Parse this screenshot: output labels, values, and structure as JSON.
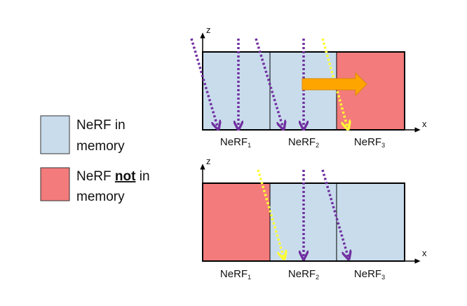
{
  "colors": {
    "in_memory": "#c9dcec",
    "not_in_memory": "#f37b7b",
    "ray_purple": "#7030a0",
    "ray_yellow": "#ffff33",
    "transition_arrow": "#ffa500",
    "outline": "#000000"
  },
  "legend": {
    "in_memory": {
      "line1": "NeRF in",
      "line2": "memory"
    },
    "not_in_memory": {
      "line1_before": "NeRF ",
      "line1_emph": "not",
      "line1_after": " in",
      "line2": "memory"
    }
  },
  "top_panel": {
    "z_axis": "z",
    "x_axis": "x",
    "cells": [
      {
        "name": "NeRF",
        "sub": "1",
        "state": "in_memory"
      },
      {
        "name": "NeRF",
        "sub": "2",
        "state": "in_memory"
      },
      {
        "name": "NeRF",
        "sub": "3",
        "state": "not_in_memory"
      }
    ],
    "rays": [
      "purple",
      "purple",
      "purple",
      "purple",
      "yellow"
    ],
    "has_transition_arrow": true
  },
  "bottom_panel": {
    "z_axis": "z",
    "x_axis": "x",
    "cells": [
      {
        "name": "NeRF",
        "sub": "1",
        "state": "not_in_memory"
      },
      {
        "name": "NeRF",
        "sub": "2",
        "state": "in_memory"
      },
      {
        "name": "NeRF",
        "sub": "3",
        "state": "in_memory"
      }
    ],
    "rays": [
      "yellow",
      "purple",
      "purple"
    ],
    "has_transition_arrow": false
  }
}
